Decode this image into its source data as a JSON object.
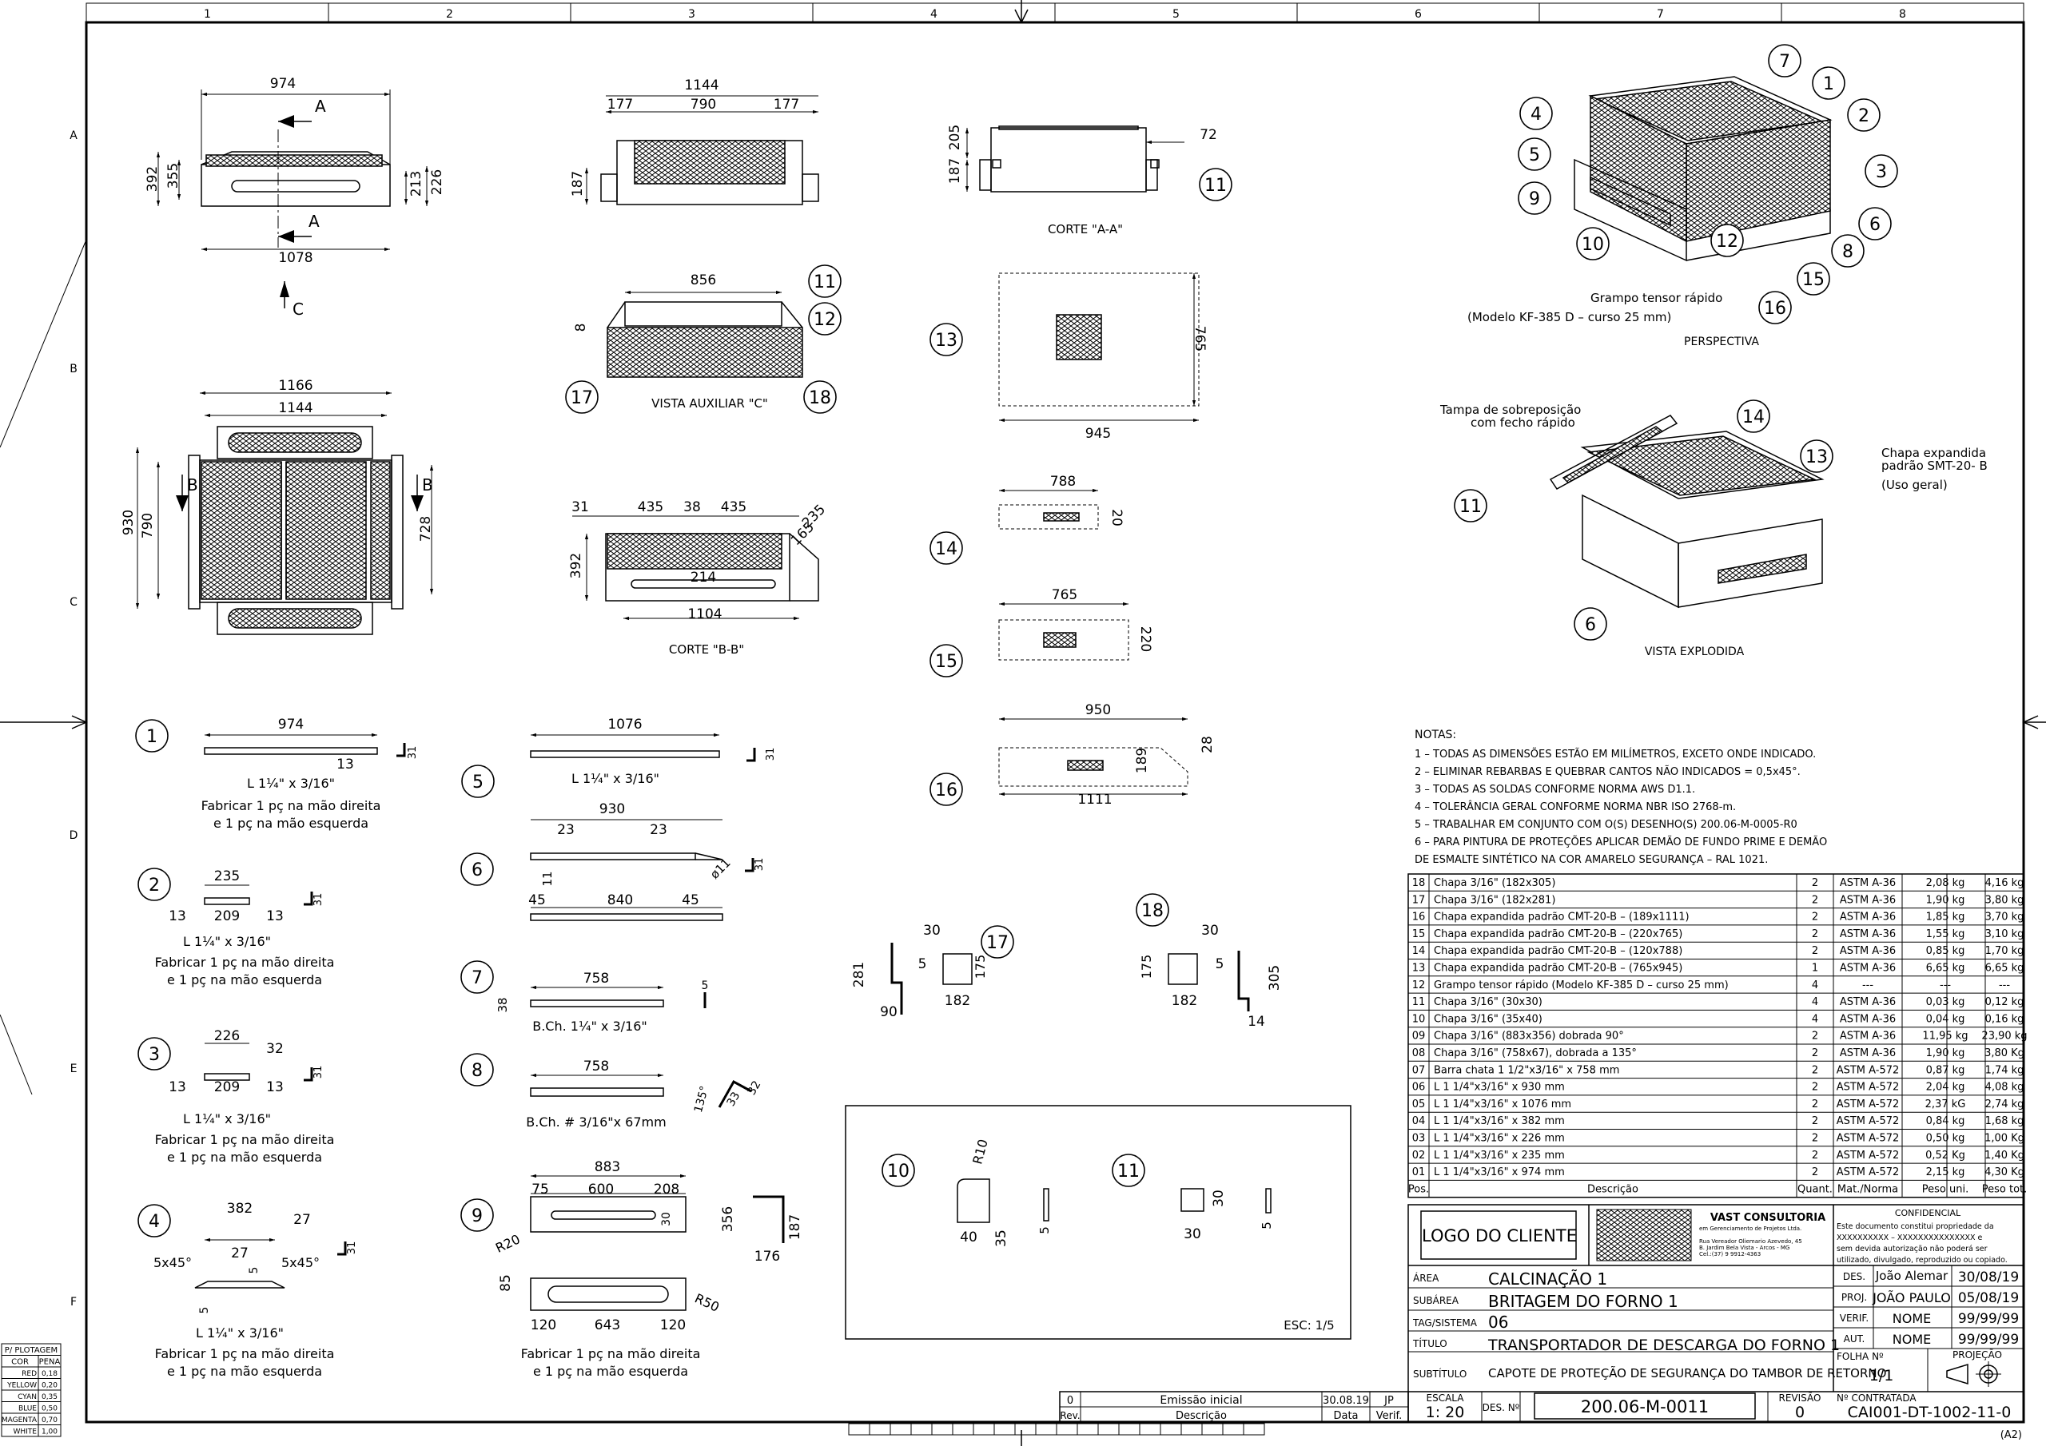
{
  "grid": {
    "columns": [
      "1",
      "2",
      "3",
      "4",
      "5",
      "6",
      "7",
      "8"
    ],
    "rows": [
      "A",
      "B",
      "C",
      "D",
      "E",
      "F"
    ]
  },
  "views": {
    "corte_aa": "CORTE \"A-A\"",
    "vista_auxiliar": "VISTA AUXILIAR \"C\"",
    "corte_bb": "CORTE \"B-B\"",
    "perspectiva": "PERSPECTIVA",
    "vista_explodida": "VISTA EXPLODIDA",
    "esc": "ESC: 1/5"
  },
  "callouts": {
    "grampo": "Grampo tensor rápido",
    "grampo_modelo": "(Modelo KF-385 D – curso 25 mm)",
    "tampa_1": "Tampa de sobreposição",
    "tampa_2": "com fecho rápido",
    "chapa_1": "Chapa expandida",
    "chapa_2": "padrão SMT-20- B",
    "chapa_3": "(Uso geral)"
  },
  "dims": {
    "top_974": "974",
    "top_1078": "1078",
    "top_392": "392",
    "top_355": "355",
    "top_213": "213",
    "top_226": "226",
    "sec_A": "A",
    "sec_C": "C",
    "sec_B": "B",
    "f_1144": "1144",
    "f_177a": "177",
    "f_790": "790",
    "f_177b": "177",
    "f_187": "187",
    "aa_205": "205",
    "aa_187": "187",
    "aa_72": "72",
    "va_856": "856",
    "va_8": "8",
    "pl_1166": "1166",
    "pl_1144": "1144",
    "pl_930": "930",
    "pl_790": "790",
    "pl_728": "728",
    "bb_31": "31",
    "bb_435a": "435",
    "bb_38": "38",
    "bb_435b": "435",
    "bb_235": "235",
    "bb_165": "165",
    "bb_392": "392",
    "bb_214": "214",
    "bb_1104": "1104",
    "p13_765": "765",
    "p13_945": "945",
    "p14_788": "788",
    "p14_20": "20",
    "p15_765": "765",
    "p15_220": "220",
    "p16_950": "950",
    "p16_1111": "1111",
    "p16_189": "189",
    "p16_28": "28"
  },
  "parts": {
    "p1": {
      "len": "974",
      "d1": "13",
      "d2": "31",
      "prof": "L 1¼\" x 3/16\"",
      "fab1": "Fabricar 1 pç na mão direita",
      "fab2": "e 1 pç na mão esquerda"
    },
    "p2": {
      "d_top": "235",
      "d_mid": "209",
      "d_l": "13",
      "d_r": "13",
      "d2": "31",
      "prof": "L 1¼\" x 3/16\"",
      "fab1": "Fabricar 1 pç na mão direita",
      "fab2": "e 1 pç na mão esquerda"
    },
    "p3": {
      "d_top": "226",
      "d_mid": "209",
      "d_l": "13",
      "d_r": "13",
      "d_32": "32",
      "d2": "31",
      "prof": "L 1¼\" x 3/16\"",
      "fab1": "Fabricar 1 pç na mão direita",
      "fab2": "e 1 pç na mão esquerda"
    },
    "p4": {
      "d_top": "382",
      "d_27a": "27",
      "d_27b": "27",
      "ch_l": "5x45°",
      "ch_r": "5x45°",
      "d_5a": "5",
      "d_5b": "5",
      "d2": "31",
      "prof": "L 1¼\" x 3/16\"",
      "fab1": "Fabricar 1 pç na mão direita",
      "fab2": "e 1 pç na mão esquerda"
    },
    "p5": {
      "len": "1076",
      "d2": "31",
      "prof": "L 1¼\" x 3/16\""
    },
    "p6": {
      "len": "930",
      "d_23a": "23",
      "d_23b": "23",
      "d_11": "11",
      "d_dia": "ø11",
      "d_45a": "45",
      "d_840": "840",
      "d_45b": "45",
      "d2": "31"
    },
    "p7": {
      "len": "758",
      "d_38": "38",
      "d_5": "5",
      "prof": "B.Ch. 1¼\" x 3/16\""
    },
    "p8": {
      "len": "758",
      "ang": "135°",
      "d_33": "33",
      "d_32": "32",
      "prof": "B.Ch. # 3/16\"x 67mm"
    },
    "p9": {
      "len": "883",
      "d_75": "75",
      "d_600": "600",
      "d_208": "208",
      "d_r20": "R20",
      "d_30": "30",
      "d_356": "356",
      "d_187": "187",
      "d_176": "176",
      "d_85": "85",
      "d_r50": "R50",
      "d_120a": "120",
      "d_643": "643",
      "d_120b": "120",
      "fab1": "Fabricar 1 pç na mão direita",
      "fab2": "e 1 pç na mão esquerda"
    },
    "p10": {
      "r": "R10",
      "w": "40",
      "h": "35",
      "t": "5"
    },
    "p11": {
      "w": "30",
      "h": "30",
      "t": "5"
    },
    "p17": {
      "d30": "30",
      "d5": "5",
      "d281": "281",
      "d175": "175",
      "d182": "182",
      "d90": "90"
    },
    "p18": {
      "d30": "30",
      "d5": "5",
      "d175": "175",
      "d305": "305",
      "d182": "182",
      "d14": "14"
    }
  },
  "notes": {
    "title": "NOTAS:",
    "items": [
      "1 – TODAS AS DIMENSÕES ESTÃO EM MILÍMETROS, EXCETO ONDE INDICADO.",
      "2 – ELIMINAR REBARBAS E QUEBRAR CANTOS NÃO INDICADOS = 0,5x45°.",
      "3 – TODAS AS SOLDAS CONFORME NORMA AWS D1.1.",
      "4 – TOLERÂNCIA GERAL CONFORME NORMA NBR ISO 2768-m.",
      "5 – TRABALHAR EM CONJUNTO COM O(S) DESENHO(S) 200.06-M-0005-R0",
      "6 – PARA PINTURA DE PROTEÇÕES APLICAR DEMÃO DE FUNDO PRIME E DEMÃO",
      "      DE ESMALTE SINTÉTICO NA COR AMARELO SEGURANÇA – RAL 1021."
    ]
  },
  "bom": {
    "headers": [
      "Pos.",
      "Descrição",
      "Quant.",
      "Mat./Norma",
      "Peso uni.",
      "Peso tot."
    ],
    "rows": [
      [
        "18",
        "Chapa 3/16\" (182x305)",
        "2",
        "ASTM A-36",
        "2,08 kg",
        "4,16 kg"
      ],
      [
        "17",
        "Chapa 3/16\" (182x281)",
        "2",
        "ASTM A-36",
        "1,90 kg",
        "3,80 kg"
      ],
      [
        "16",
        "Chapa expandida padrão CMT-20-B – (189x1111)",
        "2",
        "ASTM A-36",
        "1,85 kg",
        "3,70 kg"
      ],
      [
        "15",
        "Chapa expandida padrão CMT-20-B – (220x765)",
        "2",
        "ASTM A-36",
        "1,55 kg",
        "3,10 kg"
      ],
      [
        "14",
        "Chapa expandida padrão CMT-20-B – (120x788)",
        "2",
        "ASTM A-36",
        "0,85 kg",
        "1,70 kg"
      ],
      [
        "13",
        "Chapa expandida padrão CMT-20-B – (765x945)",
        "1",
        "ASTM A-36",
        "6,65 kg",
        "6,65 kg"
      ],
      [
        "12",
        "Grampo tensor rápido (Modelo KF-385 D – curso 25 mm)",
        "4",
        "---",
        "---",
        "---"
      ],
      [
        "11",
        "Chapa 3/16\" (30x30)",
        "4",
        "ASTM A-36",
        "0,03 kg",
        "0,12 kg"
      ],
      [
        "10",
        "Chapa 3/16\" (35x40)",
        "4",
        "ASTM A-36",
        "0,04 kg",
        "0,16 kg"
      ],
      [
        "09",
        "Chapa 3/16\" (883x356) dobrada 90°",
        "2",
        "ASTM A-36",
        "11,95 kg",
        "23,90 kg"
      ],
      [
        "08",
        "Chapa 3/16\" (758x67), dobrada a 135°",
        "2",
        "ASTM A-36",
        "1,90 kg",
        "3,80 Kg"
      ],
      [
        "07",
        "Barra chata 1 1/2\"x3/16\" x 758 mm",
        "2",
        "ASTM A-572",
        "0,87 kg",
        "1,74 kg"
      ],
      [
        "06",
        "L 1 1/4\"x3/16\" x 930 mm",
        "2",
        "ASTM A-572",
        "2,04 kg",
        "4,08 kg"
      ],
      [
        "05",
        "L 1 1/4\"x3/16\" x 1076 mm",
        "2",
        "ASTM A-572",
        "2,37 kG",
        "2,74 kg"
      ],
      [
        "04",
        "L 1 1/4\"x3/16\" x 382 mm",
        "2",
        "ASTM A-572",
        "0,84 kg",
        "1,68 kg"
      ],
      [
        "03",
        "L 1 1/4\"x3/16\" x 226 mm",
        "2",
        "ASTM A-572",
        "0,50 kg",
        "1,00 Kg"
      ],
      [
        "02",
        "L 1 1/4\"x3/16\" x 235 mm",
        "2",
        "ASTM A-572",
        "0,52 Kg",
        "1,40 Kg"
      ],
      [
        "01",
        "L 1 1/4\"x3/16\" x 974 mm",
        "2",
        "ASTM A-572",
        "2,15 kg",
        "4,30 Kg"
      ]
    ]
  },
  "title_block": {
    "logo_cliente": "LOGO DO CLIENTE",
    "company": "VAST CONSULTORIA",
    "company_sub": "em Gerenciamento de Projetos Ltda.",
    "company_addr1": "Rua Vereador Oliemario Azevedo, 45",
    "company_addr2": "B. Jardim Bela Vista - Arcos - MG",
    "company_tel": "Cel.:(37) 9 9912-4363",
    "conf_title": "CONFIDENCIAL",
    "conf_1": "Este documento constitui propriedade da",
    "conf_2": "XXXXXXXXXX – XXXXXXXXXXXXXXX e",
    "conf_3": "sem devida autorização não poderá ser",
    "conf_4": "utilizado, divulgado, reproduzido ou copiado.",
    "area_lbl": "ÁREA",
    "area": "CALCINAÇÃO 1",
    "subarea_lbl": "SUBÁREA",
    "subarea": "BRITAGEM DO FORNO 1",
    "tag_lbl": "TAG/SISTEMA",
    "tag": "06",
    "titulo_lbl": "TÍTULO",
    "titulo": "TRANSPORTADOR DE DESCARGA DO FORNO 1",
    "subtitulo_lbl": "SUBTÍTULO",
    "subtitulo": "CAPOTE DE PROTEÇÃO DE SEGURANÇA DO TAMBOR DE RETORNO",
    "des_lbl": "DES.",
    "des_name": "João Alemar",
    "des_date": "30/08/19",
    "proj_lbl": "PROJ.",
    "proj_name": "JOÃO PAULO",
    "proj_date": "05/08/19",
    "verif_lbl": "VERIF.",
    "verif_name": "NOME",
    "verif_date": "99/99/99",
    "aut_lbl": "AUT.",
    "aut_name": "NOME",
    "aut_date": "99/99/99",
    "folha_lbl": "FOLHA Nº",
    "folha": "1/1",
    "projecao_lbl": "PROJEÇÃO",
    "escala_lbl": "ESCALA",
    "escala": "1: 20",
    "desn_lbl": "DES. Nº",
    "desn": "200.06-M-0011",
    "revisao_lbl": "REVISÃO",
    "revisao": "0",
    "contratada_lbl": "Nº CONTRATADA",
    "contratada": "CAI001-DT-1002-11-0",
    "format": "(A2)"
  },
  "revision": {
    "rev": "0",
    "desc": "Emissão inicial",
    "date": "30.08.19",
    "verif": "JP",
    "h_rev": "Rev.",
    "h_desc": "Descrição",
    "h_date": "Data",
    "h_verif": "Verif."
  },
  "plot_table": {
    "title": "P/ PLOTAGEM",
    "h1": "COR",
    "h2": "PENA",
    "rows": [
      [
        "RED",
        "0,18"
      ],
      [
        "YELLOW",
        "0,20"
      ],
      [
        "CYAN",
        "0,35"
      ],
      [
        "BLUE",
        "0,50"
      ],
      [
        "MAGENTA",
        "0,70"
      ],
      [
        "WHITE",
        "1,00"
      ]
    ]
  }
}
